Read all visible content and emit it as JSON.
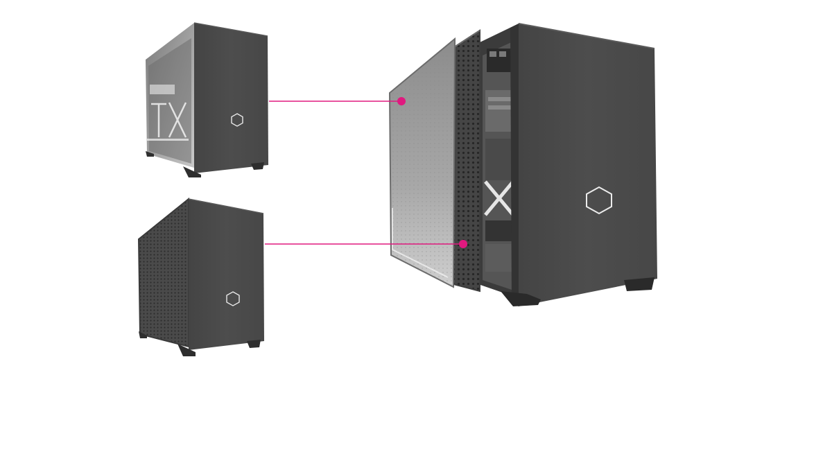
{
  "scene": {
    "background": "#ffffff",
    "accent_color": "#e0197f",
    "case_color": "#4a4a4a",
    "case_shadow_color": "#2e2e2e",
    "logo_color": "#e9e9e9"
  },
  "products": [
    {
      "name": "tempered-glass-case",
      "side_panel": "glass",
      "logo": "hexagon-logo-icon"
    },
    {
      "name": "mesh-case",
      "side_panel": "mesh",
      "logo": "hexagon-logo-icon"
    },
    {
      "name": "exploded-case",
      "side_panel": "swappable",
      "logo": "hexagon-logo-icon"
    }
  ],
  "callouts": [
    {
      "from": "tempered-glass-case",
      "to": "glass-panel"
    },
    {
      "from": "mesh-case",
      "to": "mesh-panel"
    }
  ]
}
